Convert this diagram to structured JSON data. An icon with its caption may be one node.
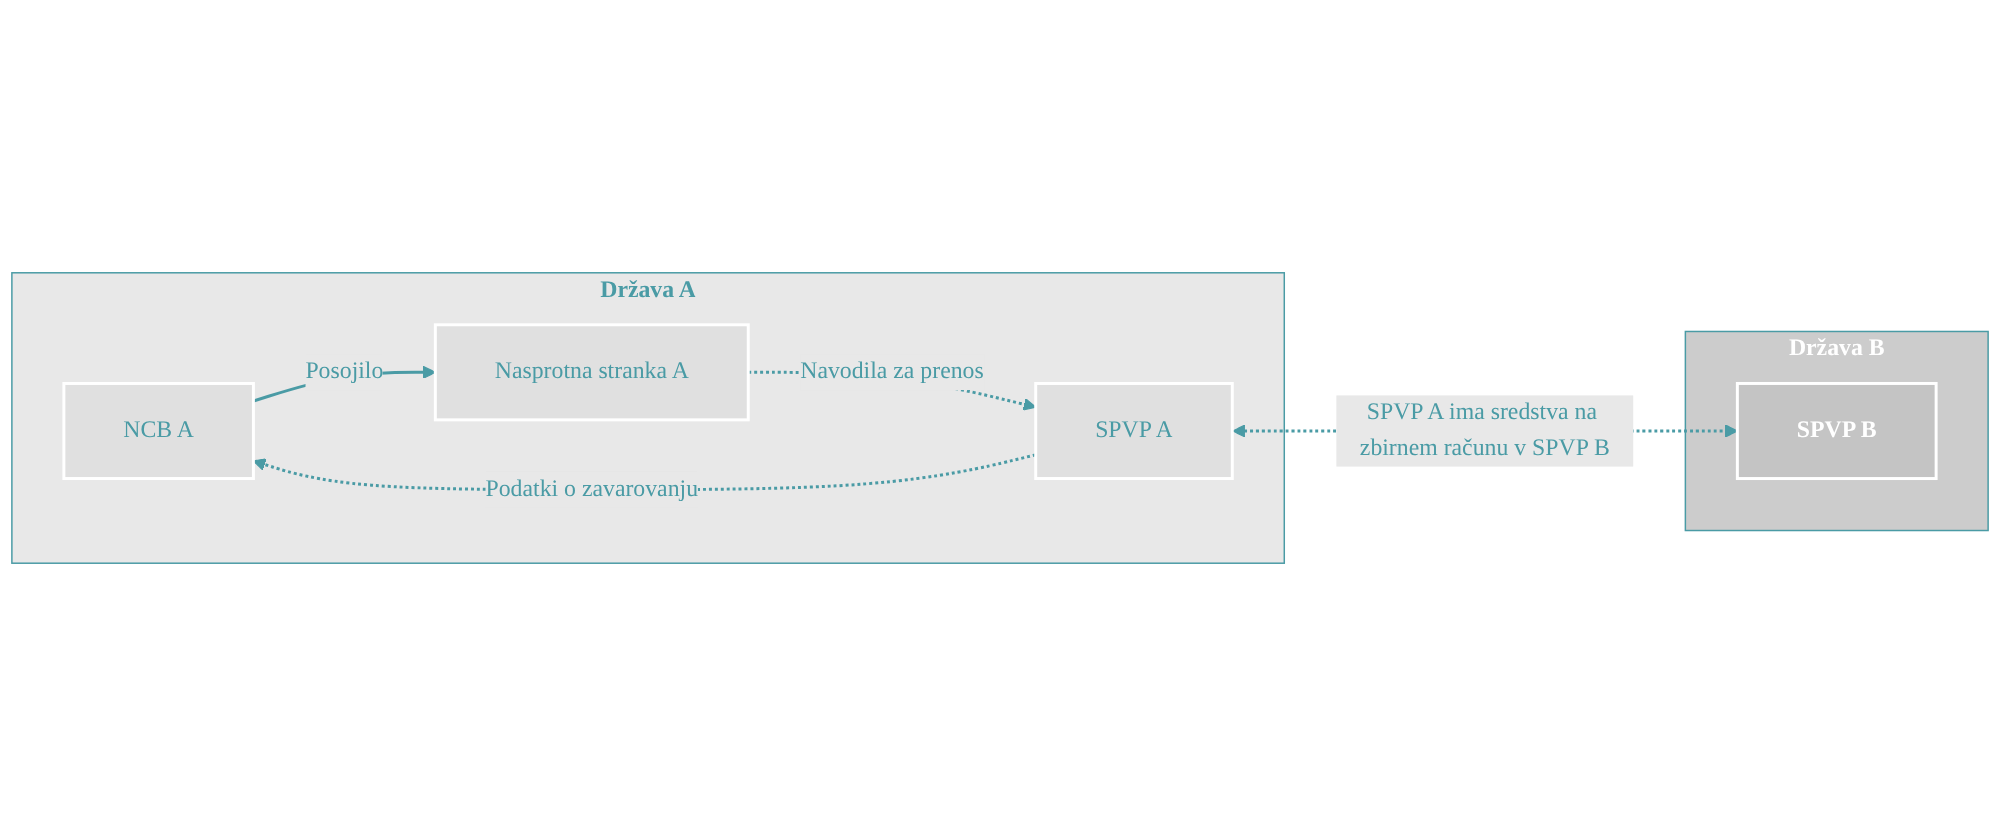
{
  "diagram": {
    "nodes": [
      {
        "text": [
          "Država A"
        ]
      },
      {
        "text": [
          "NCB A"
        ],
        "in": 0
      },
      {
        "text": [
          "SPVP A"
        ],
        "in": 0
      },
      {
        "text": [
          "Nasprotna stranka A"
        ],
        "in": 0
      },
      {
        "text": [
          "Država B"
        ]
      },
      {
        "text": [
          "SPVP B"
        ],
        "in": 4
      }
    ],
    "edges": [
      {
        "from": 1,
        "to": 3,
        "arrow": "to",
        "label": "Posojilo"
      },
      {
        "from": 2,
        "to": 1,
        "arrow": "to",
        "label": "Podatki o zavarovanju",
        "style": "dashed"
      },
      {
        "from": 3,
        "to": 2,
        "arrow": "to",
        "label": "Navodila za prenos",
        "style": "dashed"
      },
      {
        "from": 2,
        "to": 5,
        "arrow": "both",
        "label": "SPVP A ima sredstva na zbirnem računu v SPVP B",
        "style": "dashed"
      }
    ]
  }
}
